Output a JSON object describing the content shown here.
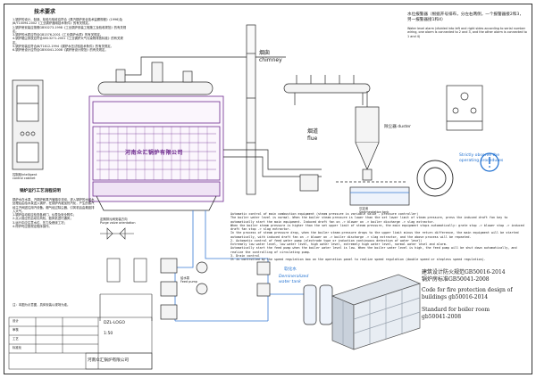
{
  "header": {
    "requirements_title": "技术要求",
    "requirements": "1.锅炉的设计、制造、检验与验收应符合《蒸汽锅炉安全技术监察规程》(1996)及JB/T10094-2002《工业锅炉通用技术条件》的有关规定。\n2.锅炉房安装应按照GB50273-1998《工业锅炉安装工程施工及验收规范》的有关规定。\n3.锅炉的水质应符合GB1576-2001《工业锅炉水质》的有关规定。\n4.锅炉烟尘排放应符合GB13271-2001《工业锅炉大气污染物排放标准》的有关规定。\n5.锅炉安装应符合JB/T1612-1994《锅炉水压试验技术条件》的有关规定。\n6.锅炉房设计应符合GB50041-2008《锅炉房设计规范》的有关规定。"
  },
  "alarm_note": {
    "cn": "水位报警器（根据开号排布，分左右两侧，一个报警器接2和3，另一报警器接1和4）",
    "en": "Water level alarm (divided into left and right sides according to serial number wiring, one alarm is connected to 2 and 3, and the other alarm is connected to 1 and 4)"
  },
  "labels": {
    "chimney_cn": "烟囱",
    "chimney_en": "chimney",
    "flue_cn": "烟道",
    "flue_en": "flue",
    "duster": "除尘器 duster",
    "sedimentation": "沉淀池\nSedimentation tank",
    "control_cabinet": "控制柜Intelligent\ncontrol cabinet",
    "softened_cn": "软化水",
    "softened_en": "Demineralized\nwater tank",
    "watermark": "河南众汇锅炉有限公司",
    "observe": "Strictly observe the\noperating procedures",
    "code_cn": "建筑设计防火规范GB50016-2014\n锅炉房标准GB50041-2008",
    "code_en": "Code for fire protection design of\nbuildings gb50016-2014",
    "standard_en": "Standard for boiler room\ngb50041-2008",
    "valve_note": "定期排污阀安装方向\nPurge valve orientation",
    "feed_pump": "给水泵\nFeed pump"
  },
  "process_note": {
    "title": "锅炉运行工艺流程说明",
    "body": "锅炉水在水泵、汽锅炉和蒸汽管路中流动，进入锅炉的水经水处理后由给水泵送入锅炉，在锅炉内被加热汽化，产生的蒸汽经主汽阀送往用汽设备。烟气经过除尘器、引风机后由烟囱排入大气。\n1.锅炉启动前应检查各阀门、仪表及安全附件；\n2.点火前应先启动引风机、鼓风机进行通风；\n3.运行中应注意水位、压力及燃烧工况；\n4.停炉时应按规定程序操作。",
    "footer": "注：本图为示意图，具体安装以现场为准。"
  },
  "control_note": "Automatic control of main combustion equipment (steam pressure is variable value - pressure controller)\nThe boiler water level is normal. When the boiler steam pressure is lower than the set lower limit of steam pressure, press the induced draft fan key to automatically start the main equipment. Induced draft fan on -> blower on -> boiler discharge -> slag extractor.\nWhen the boiler steam pressure is higher than the set upper limit of steam pressure, the main equipment stops automatically: grate stop -> blower stop -> induced draft fan stop -> slag extractor.\nIn the process of steam pressure drop, when the boiler steam pressure drops to the upper limit minus the return difference, the main equipment will be started automatically, with induced draft fan on -> blower on -> boiler discharge -> slag extractor, and the above process will be repeated.\n2. Automatic control of feed water pump (electrode type or induction continuous detection of water level)\nExtremely low water level, low water level, high water level, extremely high water level, normal water level and alarm.\nAutomatically start the feed pump when the boiler water level is low. When the boiler water level is high, the feed pump will be shut down automatically, and realize the controlling of circulating pump.\n3. Drain control\nIt is controlled by the speed regulation box on the operation panel to realize speed regulation (double speed or stepless speed regulation).",
  "title_block": {
    "rows": [
      "设计",
      "审核",
      "工艺",
      "标准化"
    ],
    "company": "河南众汇锅炉有限公司",
    "drawing_no": "DZL-LOGO",
    "scale": "1:50"
  },
  "colors": {
    "line": "#2a2a2a",
    "boiler": "#6f2c8f",
    "pipe_blue": "#3a7bd5",
    "accent_blue": "#1e6fd0",
    "tank": "#8a8a8a"
  }
}
